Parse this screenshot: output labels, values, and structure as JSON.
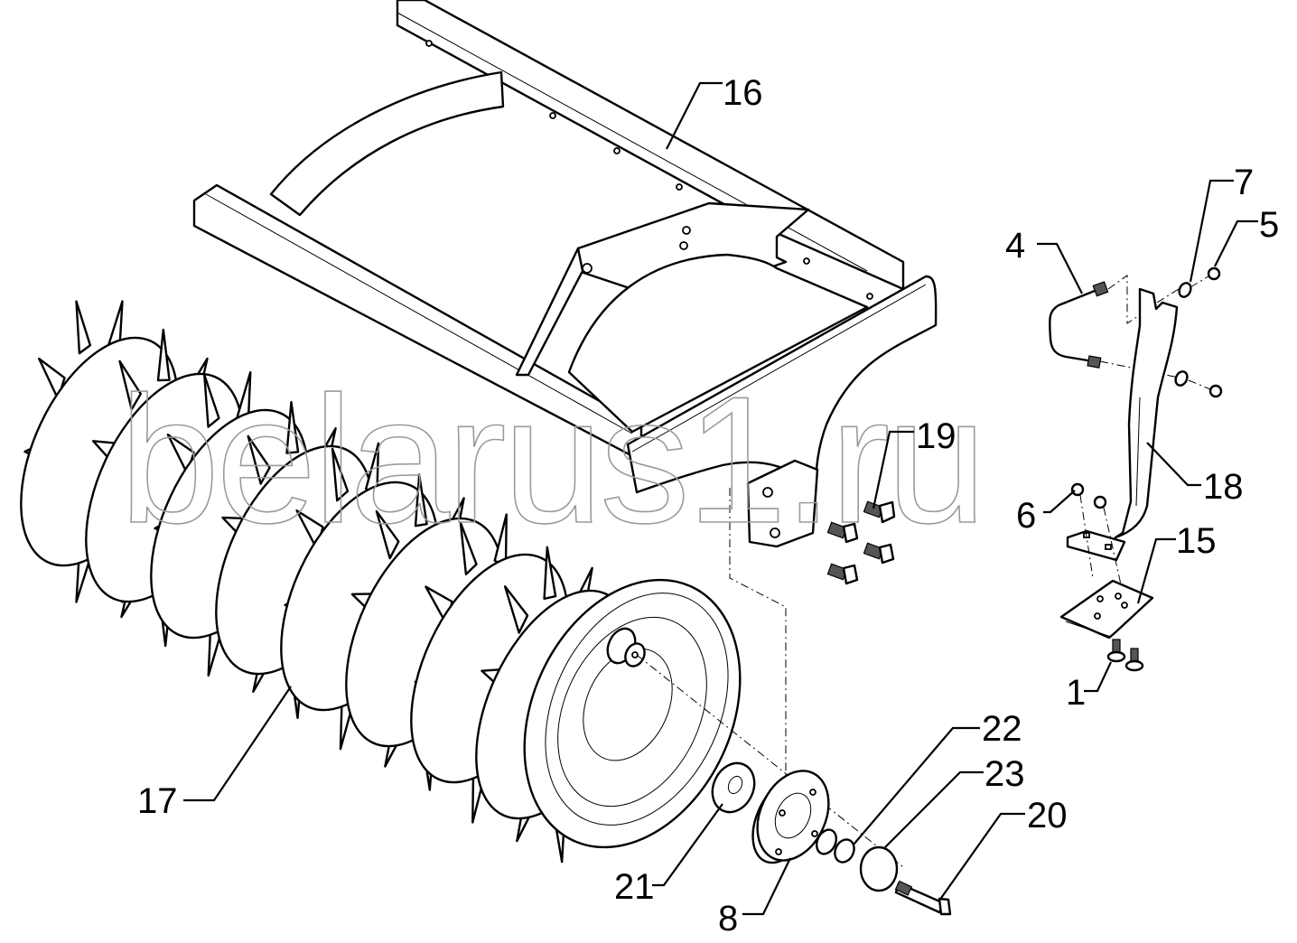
{
  "diagram": {
    "title": "Roller assembly exploded parts view",
    "watermark": "belarus1.ru",
    "callouts": [
      {
        "id": "16",
        "label": "16",
        "part": "frame"
      },
      {
        "id": "4",
        "label": "4",
        "part": "u-bolt"
      },
      {
        "id": "7",
        "label": "7",
        "part": "washer"
      },
      {
        "id": "5",
        "label": "5",
        "part": "nut"
      },
      {
        "id": "19",
        "label": "19",
        "part": "bolt"
      },
      {
        "id": "18",
        "label": "18",
        "part": "scraper-arm"
      },
      {
        "id": "6",
        "label": "6",
        "part": "nut"
      },
      {
        "id": "15",
        "label": "15",
        "part": "scraper-plate"
      },
      {
        "id": "1",
        "label": "1",
        "part": "carriage-bolt"
      },
      {
        "id": "17",
        "label": "17",
        "part": "toothed-roller"
      },
      {
        "id": "22",
        "label": "22",
        "part": "washer"
      },
      {
        "id": "23",
        "label": "23",
        "part": "o-ring"
      },
      {
        "id": "20",
        "label": "20",
        "part": "bolt"
      },
      {
        "id": "21",
        "label": "21",
        "part": "washer"
      },
      {
        "id": "8",
        "label": "8",
        "part": "bearing-housing"
      }
    ]
  }
}
